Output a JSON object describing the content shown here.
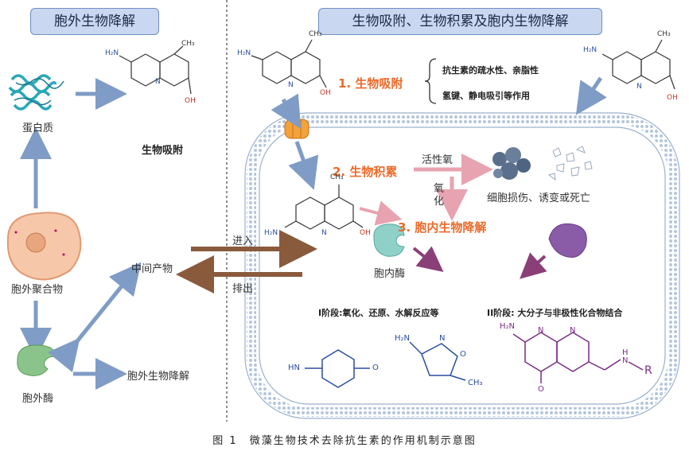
{
  "left_panel": {
    "title": "胞外生物降解",
    "protein_label": "蛋白质",
    "bio_adsorption": "生物吸附",
    "polymer_label": "胞外聚合物",
    "intermediate_label": "中间产物",
    "enzyme_label": "胞外酶",
    "extracellular_degradation": "胞外生物降解"
  },
  "flow": {
    "enter_label": "进入",
    "exit_label": "排出"
  },
  "right_panel": {
    "title": "生物吸附、生物积累及胞内生物降解",
    "step1": "1. 生物吸附",
    "factor1": "抗生素的疏水性、亲脂性",
    "factor2": "氢键、静电吸引等作用",
    "step2": "2. 生物积累",
    "ros_label": "活性氧",
    "oxidation_label_1": "氧",
    "oxidation_label_2": "化",
    "cell_damage": "细胞损伤、诱变或死亡",
    "step3": "3. 胞内生物降解",
    "intracellular_enzyme": "胞内酶",
    "phase1": "I阶段:氧化、还原、水解反应等",
    "phase2": "II阶段: 大分子与非极性化合物结合"
  },
  "chem_labels": {
    "nh2": "H₂N",
    "ch3": "CH₃",
    "oh": "OH",
    "n": "N",
    "o": "O",
    "hn": "HN",
    "r": "R",
    "h": "H"
  },
  "caption": "图 1　微藻生物技术去除抗生素的作用机制示意图",
  "colors": {
    "title_box_fill": "#c9d7f0",
    "arrow_blue": "#7f9cc6",
    "arrow_brown": "#8a5a3c",
    "arrow_pink": "#e8a3b0",
    "arrow_purple": "#8b3f78",
    "orange_text": "#ec6a2a",
    "membrane": "#9ab0cc",
    "enzyme_teal": "#8fd0c8",
    "enzyme_purple": "#8a5ca8",
    "amine_blue": "#2a4ea0",
    "purple_molecule": "#7a2c84"
  }
}
